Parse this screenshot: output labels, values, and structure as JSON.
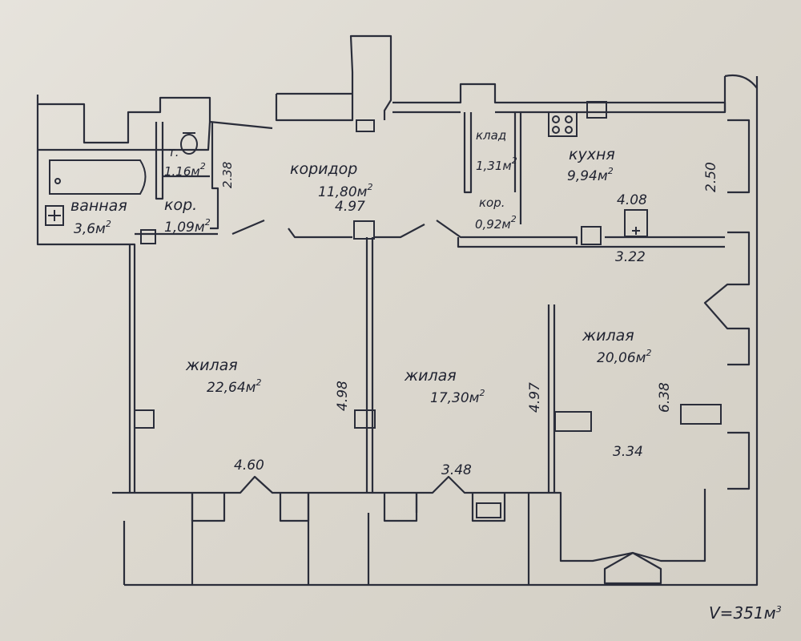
{
  "rooms": {
    "bath": {
      "name": "ванная",
      "area": "3,6м",
      "area_sup": "2"
    },
    "toilet": {
      "name": "т.",
      "area": "1.16м",
      "area_sup": "2"
    },
    "corr_small": {
      "name": "кор.",
      "area": "1,09м",
      "area_sup": "2"
    },
    "corridor": {
      "name": "коридор",
      "area": "11,80м",
      "area_sup": "2"
    },
    "pantry": {
      "name": "клад",
      "area": "1,31м",
      "area_sup": "2"
    },
    "corr_kitchen": {
      "name": "кор.",
      "area": "0,92м",
      "area_sup": "2"
    },
    "kitchen": {
      "name": "кухня",
      "area": "9,94м",
      "area_sup": "2"
    },
    "living_left": {
      "name": "жилая",
      "area": "22,64м",
      "area_sup": "2"
    },
    "living_mid": {
      "name": "жилая",
      "area": "17,30м",
      "area_sup": "2"
    },
    "living_right": {
      "name": "жилая",
      "area": "20,06м",
      "area_sup": "2"
    }
  },
  "dimensions": {
    "corridor_width": "4.97",
    "kitchen_width": "4.08",
    "kitchen_height": "2.50",
    "bath_corr_height": "2.38",
    "right_room_width": "3.22",
    "left_room_depth": "4.98",
    "mid_room_depth": "4.97",
    "right_room_depth": "6.38",
    "right_room_extra": "3.34",
    "left_room_width": "4.60",
    "mid_room_width": "3.48"
  },
  "volume": {
    "text": "V=351м",
    "sup": "3"
  }
}
